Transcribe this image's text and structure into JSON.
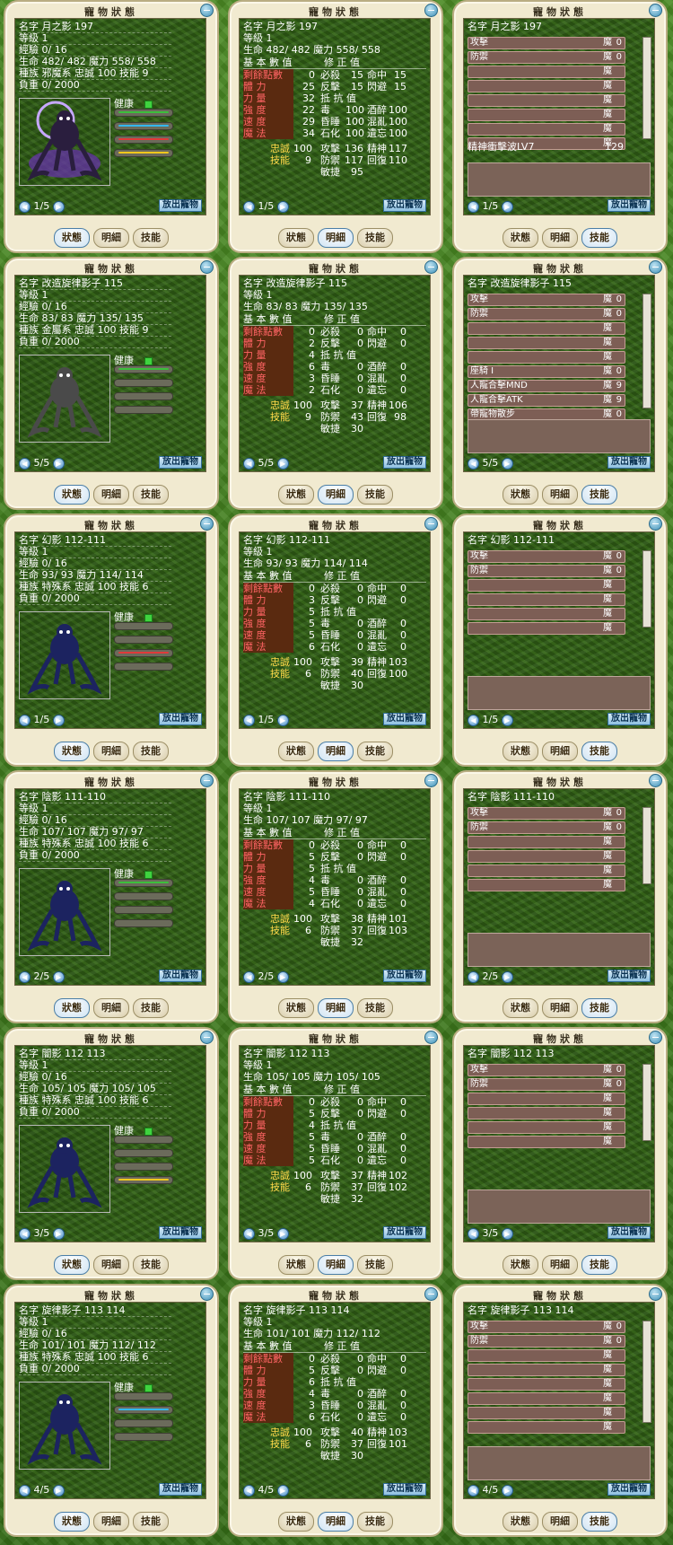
{
  "common": {
    "title": "寵物狀態",
    "release_label": "放出寵物",
    "tabs": [
      "狀態",
      "明細",
      "技能"
    ],
    "labels": {
      "name": "名字",
      "level": "等級",
      "exp": "經驗",
      "hp": "生命",
      "mp": "魔力",
      "race": "種族",
      "loyalty": "忠誠",
      "skill": "技能",
      "weight": "負重",
      "health": "健康",
      "base": "基 本 數 值",
      "fix": "修 正 值",
      "remain": "剩餘點數",
      "vit": "體 力",
      "str": "力 量",
      "tgh": "強 度",
      "spd": "速 度",
      "mag": "魔 法",
      "crit": "必殺",
      "counter": "反擊",
      "resist": "抵 抗 值",
      "hit": "命中",
      "dodge": "閃避",
      "poison": "毒",
      "sleep": "昏睡",
      "stone": "石化",
      "drunk": "酒醉",
      "confuse": "混亂",
      "forget": "遺忘",
      "loyalty2": "忠誠",
      "skill2": "技能",
      "atk": "攻擊",
      "def": "防禦",
      "agi": "敏捷",
      "spirit": "精神",
      "recover": "回復",
      "mana": "魔"
    }
  },
  "pets": [
    {
      "name": "月之影 197",
      "level": "1",
      "exp": "0/    16",
      "hp": "482/ 482",
      "mp": "558/ 558",
      "race": "邪魔系",
      "loyalty": "100",
      "skills": "9",
      "weight": "0/ 2000",
      "page": "1/5",
      "bars": [
        "#3cbf3c",
        "#33b6ee",
        "#e03a3a",
        "#f2c81d"
      ],
      "detail": {
        "hp": "482/ 482",
        "mp": "558/ 558",
        "remain": "0",
        "vit": "25",
        "str": "32",
        "tgh": "22",
        "spd": "29",
        "mag": "34",
        "crit": "15",
        "counter": "15",
        "hit": "15",
        "dodge": "15",
        "poison": "100",
        "sleep": "100",
        "stone": "100",
        "drunk": "100",
        "confuse": "100",
        "forget": "100",
        "loyalty": "100",
        "skill": "9",
        "atk": "136",
        "def": "117",
        "agi": "95",
        "spirit": "117",
        "recover": "110"
      },
      "skill_list": [
        {
          "name": "攻擊",
          "m": "0"
        },
        {
          "name": "防禦",
          "m": "0"
        },
        {
          "name": "",
          "m": ""
        },
        {
          "name": "",
          "m": ""
        },
        {
          "name": "",
          "m": ""
        },
        {
          "name": "",
          "m": ""
        },
        {
          "name": "",
          "m": ""
        },
        {
          "name": "",
          "m": ""
        }
      ],
      "extra_skill": {
        "name": "精神衝擊波LV7",
        "cost": "129"
      }
    },
    {
      "name": "改造旋律影子 115",
      "level": "1",
      "exp": "0/    16",
      "hp": "83/  83",
      "mp": "135/ 135",
      "race": "金屬系",
      "loyalty": "100",
      "skills": "9",
      "weight": "0/ 2000",
      "page": "5/5",
      "bars": [
        "#3cbf3c",
        "#6b6b5b",
        "#6b6b5b",
        "#6b6b5b"
      ],
      "detail": {
        "hp": "83/  83",
        "mp": "135/ 135",
        "remain": "0",
        "vit": "2",
        "str": "4",
        "tgh": "6",
        "spd": "3",
        "mag": "2",
        "crit": "0",
        "counter": "0",
        "hit": "0",
        "dodge": "0",
        "poison": "0",
        "sleep": "0",
        "stone": "0",
        "drunk": "0",
        "confuse": "0",
        "forget": "0",
        "loyalty": "100",
        "skill": "9",
        "atk": "37",
        "def": "43",
        "agi": "30",
        "spirit": "106",
        "recover": "98"
      },
      "skill_list": [
        {
          "name": "攻擊",
          "m": "0"
        },
        {
          "name": "防禦",
          "m": "0"
        },
        {
          "name": "",
          "m": ""
        },
        {
          "name": "",
          "m": ""
        },
        {
          "name": "",
          "m": ""
        },
        {
          "name": "座騎 I",
          "m": "0"
        },
        {
          "name": "人寵合擊MND",
          "m": "9"
        },
        {
          "name": "人寵合擊ATK",
          "m": "9"
        },
        {
          "name": "帶寵物散步",
          "m": "0"
        }
      ]
    },
    {
      "name": "幻影 112-111",
      "level": "1",
      "exp": "0/    16",
      "hp": "93/  93",
      "mp": "114/ 114",
      "race": "特殊系",
      "loyalty": "100",
      "skills": "6",
      "weight": "0/ 2000",
      "page": "1/5",
      "bars": [
        "#6b6b5b",
        "#6b6b5b",
        "#e03a3a",
        "#6b6b5b"
      ],
      "detail": {
        "hp": "93/  93",
        "mp": "114/ 114",
        "remain": "0",
        "vit": "3",
        "str": "5",
        "tgh": "5",
        "spd": "5",
        "mag": "6",
        "crit": "0",
        "counter": "0",
        "hit": "0",
        "dodge": "0",
        "poison": "0",
        "sleep": "0",
        "stone": "0",
        "drunk": "0",
        "confuse": "0",
        "forget": "0",
        "loyalty": "100",
        "skill": "6",
        "atk": "39",
        "def": "40",
        "agi": "30",
        "spirit": "103",
        "recover": "100"
      },
      "skill_list": [
        {
          "name": "攻擊",
          "m": "0"
        },
        {
          "name": "防禦",
          "m": "0"
        },
        {
          "name": "",
          "m": ""
        },
        {
          "name": "",
          "m": ""
        },
        {
          "name": "",
          "m": ""
        },
        {
          "name": "",
          "m": ""
        }
      ]
    },
    {
      "name": "陰影 111-110",
      "level": "1",
      "exp": "0/    16",
      "hp": "107/ 107",
      "mp": "97/  97",
      "race": "特殊系",
      "loyalty": "100",
      "skills": "6",
      "weight": "0/ 2000",
      "page": "2/5",
      "bars": [
        "#3cbf3c",
        "#6b6b5b",
        "#6b6b5b",
        "#6b6b5b"
      ],
      "detail": {
        "hp": "107/ 107",
        "mp": "97/  97",
        "remain": "0",
        "vit": "5",
        "str": "5",
        "tgh": "4",
        "spd": "5",
        "mag": "4",
        "crit": "0",
        "counter": "0",
        "hit": "0",
        "dodge": "0",
        "poison": "0",
        "sleep": "0",
        "stone": "0",
        "drunk": "0",
        "confuse": "0",
        "forget": "0",
        "loyalty": "100",
        "skill": "6",
        "atk": "38",
        "def": "37",
        "agi": "32",
        "spirit": "101",
        "recover": "103"
      },
      "skill_list": [
        {
          "name": "攻擊",
          "m": "0"
        },
        {
          "name": "防禦",
          "m": "0"
        },
        {
          "name": "",
          "m": ""
        },
        {
          "name": "",
          "m": ""
        },
        {
          "name": "",
          "m": ""
        },
        {
          "name": "",
          "m": ""
        }
      ]
    },
    {
      "name": "闇影 112 113",
      "level": "1",
      "exp": "0/    16",
      "hp": "105/ 105",
      "mp": "105/ 105",
      "race": "特殊系",
      "loyalty": "100",
      "skills": "6",
      "weight": "0/ 2000",
      "page": "3/5",
      "bars": [
        "#6b6b5b",
        "#6b6b5b",
        "#6b6b5b",
        "#f2c81d"
      ],
      "detail": {
        "hp": "105/ 105",
        "mp": "105/ 105",
        "remain": "0",
        "vit": "5",
        "str": "4",
        "tgh": "5",
        "spd": "5",
        "mag": "5",
        "crit": "0",
        "counter": "0",
        "hit": "0",
        "dodge": "0",
        "poison": "0",
        "sleep": "0",
        "stone": "0",
        "drunk": "0",
        "confuse": "0",
        "forget": "0",
        "loyalty": "100",
        "skill": "6",
        "atk": "37",
        "def": "37",
        "agi": "32",
        "spirit": "102",
        "recover": "102"
      },
      "skill_list": [
        {
          "name": "攻擊",
          "m": "0"
        },
        {
          "name": "防禦",
          "m": "0"
        },
        {
          "name": "",
          "m": ""
        },
        {
          "name": "",
          "m": ""
        },
        {
          "name": "",
          "m": ""
        },
        {
          "name": "",
          "m": ""
        }
      ]
    },
    {
      "name": "旋律影子 113 114",
      "level": "1",
      "exp": "0/    16",
      "hp": "101/ 101",
      "mp": "112/ 112",
      "race": "特殊系",
      "loyalty": "100",
      "skills": "6",
      "weight": "0/ 2000",
      "page": "4/5",
      "bars": [
        "#6b6b5b",
        "#33b6ee",
        "#6b6b5b",
        "#6b6b5b"
      ],
      "detail": {
        "hp": "101/ 101",
        "mp": "112/ 112",
        "remain": "0",
        "vit": "5",
        "str": "6",
        "tgh": "4",
        "spd": "3",
        "mag": "6",
        "crit": "0",
        "counter": "0",
        "hit": "0",
        "dodge": "0",
        "poison": "0",
        "sleep": "0",
        "stone": "0",
        "drunk": "0",
        "confuse": "0",
        "forget": "0",
        "loyalty": "100",
        "skill": "6",
        "atk": "40",
        "def": "37",
        "agi": "30",
        "spirit": "103",
        "recover": "101"
      },
      "skill_list": [
        {
          "name": "攻擊",
          "m": "0"
        },
        {
          "name": "防禦",
          "m": "0"
        },
        {
          "name": "",
          "m": ""
        },
        {
          "name": "",
          "m": ""
        },
        {
          "name": "",
          "m": ""
        },
        {
          "name": "",
          "m": ""
        },
        {
          "name": "",
          "m": ""
        },
        {
          "name": "",
          "m": ""
        }
      ]
    }
  ]
}
